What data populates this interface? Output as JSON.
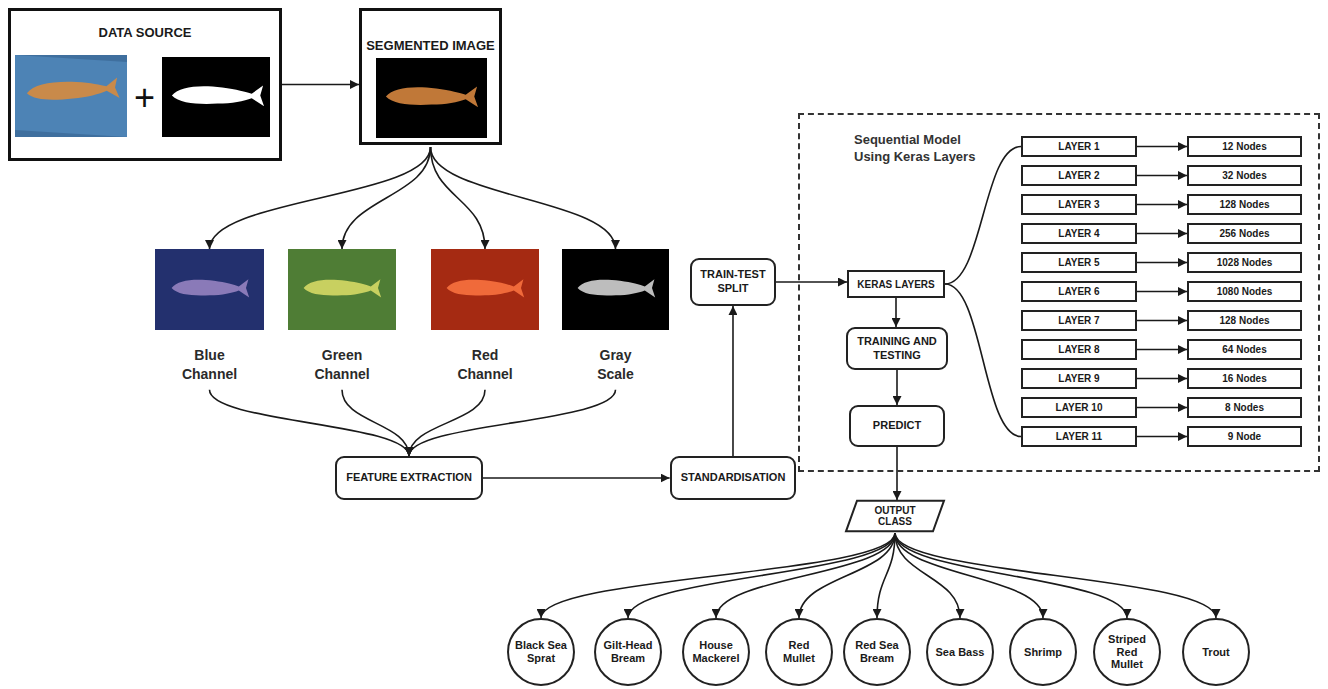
{
  "diagram": {
    "nodes": [
      {
        "text": [
          "DATA SOURCE"
        ]
      },
      {
        "text": [
          "SEGMENTED IMAGE"
        ]
      },
      {
        "text": [
          "Blue Channel"
        ]
      },
      {
        "text": [
          "Green Channel"
        ]
      },
      {
        "text": [
          "Red Channel"
        ]
      },
      {
        "text": [
          "Gray Scale"
        ]
      },
      {
        "text": [
          "FEATURE EXTRACTION"
        ]
      },
      {
        "text": [
          "STANDARDISATION"
        ]
      },
      {
        "text": [
          "TRAIN-TEST SPLIT"
        ]
      },
      {
        "text": [
          "Sequential Model Using Keras Layers"
        ]
      },
      {
        "text": [
          "KERAS LAYERS"
        ],
        "in": 9
      },
      {
        "text": [
          "TRAINING AND TESTING"
        ],
        "in": 9
      },
      {
        "text": [
          "PREDICT"
        ],
        "in": 9
      },
      {
        "text": [
          "LAYER 1"
        ],
        "in": 9
      },
      {
        "text": [
          "12 Nodes"
        ],
        "in": 9
      },
      {
        "text": [
          "LAYER 2"
        ],
        "in": 9
      },
      {
        "text": [
          "32 Nodes"
        ],
        "in": 9
      },
      {
        "text": [
          "LAYER 3"
        ],
        "in": 9
      },
      {
        "text": [
          "128 Nodes"
        ],
        "in": 9
      },
      {
        "text": [
          "LAYER 4"
        ],
        "in": 9
      },
      {
        "text": [
          "256 Nodes"
        ],
        "in": 9
      },
      {
        "text": [
          "LAYER 5"
        ],
        "in": 9
      },
      {
        "text": [
          "1028 Nodes"
        ],
        "in": 9
      },
      {
        "text": [
          "LAYER 6"
        ],
        "in": 9
      },
      {
        "text": [
          "1080 Nodes"
        ],
        "in": 9
      },
      {
        "text": [
          "LAYER 7"
        ],
        "in": 9
      },
      {
        "text": [
          "128 Nodes"
        ],
        "in": 9
      },
      {
        "text": [
          "LAYER 8"
        ],
        "in": 9
      },
      {
        "text": [
          "64 Nodes"
        ],
        "in": 9
      },
      {
        "text": [
          "LAYER 9"
        ],
        "in": 9
      },
      {
        "text": [
          "16 Nodes"
        ],
        "in": 9
      },
      {
        "text": [
          "LAYER 10"
        ],
        "in": 9
      },
      {
        "text": [
          "8 Nodes"
        ],
        "in": 9
      },
      {
        "text": [
          "LAYER 11"
        ],
        "in": 9
      },
      {
        "text": [
          "9 Node"
        ],
        "in": 9
      },
      {
        "text": [
          "OUTPUT CLASS"
        ]
      },
      {
        "text": [
          "Black Sea Sprat"
        ]
      },
      {
        "text": [
          "Gilt-Head Bream"
        ]
      },
      {
        "text": [
          "House Mackerel"
        ]
      },
      {
        "text": [
          "Red Mullet"
        ]
      },
      {
        "text": [
          "Red Sea Bream"
        ]
      },
      {
        "text": [
          "Sea Bass"
        ]
      },
      {
        "text": [
          "Shrimp"
        ]
      },
      {
        "text": [
          "Striped Red Mullet"
        ]
      },
      {
        "text": [
          "Trout"
        ]
      }
    ],
    "edges": [
      {
        "from": 0,
        "to": 1,
        "arrow": "to"
      },
      {
        "from": 1,
        "to": 2,
        "arrow": "to"
      },
      {
        "from": 1,
        "to": 3,
        "arrow": "to"
      },
      {
        "from": 1,
        "to": 4,
        "arrow": "to"
      },
      {
        "from": 1,
        "to": 5,
        "arrow": "to"
      },
      {
        "from": 2,
        "to": 6,
        "arrow": "to"
      },
      {
        "from": 3,
        "to": 6,
        "arrow": "to"
      },
      {
        "from": 4,
        "to": 6,
        "arrow": "to"
      },
      {
        "from": 5,
        "to": 6,
        "arrow": "to"
      },
      {
        "from": 6,
        "to": 7,
        "arrow": "to"
      },
      {
        "from": 7,
        "to": 8,
        "arrow": "to"
      },
      {
        "from": 8,
        "to": 10,
        "arrow": "to"
      },
      {
        "from": 10,
        "to": 11,
        "arrow": "to"
      },
      {
        "from": 11,
        "to": 12,
        "arrow": "to"
      },
      {
        "from": 12,
        "to": 35,
        "arrow": "to"
      },
      {
        "from": 10,
        "to": 13,
        "arrow": "none"
      },
      {
        "from": 10,
        "to": 33,
        "arrow": "none"
      },
      {
        "from": 13,
        "to": 14,
        "arrow": "to"
      },
      {
        "from": 15,
        "to": 16,
        "arrow": "to"
      },
      {
        "from": 17,
        "to": 18,
        "arrow": "to"
      },
      {
        "from": 19,
        "to": 20,
        "arrow": "to"
      },
      {
        "from": 21,
        "to": 22,
        "arrow": "to"
      },
      {
        "from": 23,
        "to": 24,
        "arrow": "to"
      },
      {
        "from": 25,
        "to": 26,
        "arrow": "to"
      },
      {
        "from": 27,
        "to": 28,
        "arrow": "to"
      },
      {
        "from": 29,
        "to": 30,
        "arrow": "to"
      },
      {
        "from": 31,
        "to": 32,
        "arrow": "to"
      },
      {
        "from": 33,
        "to": 34,
        "arrow": "to"
      },
      {
        "from": 35,
        "to": 36,
        "arrow": "to"
      },
      {
        "from": 35,
        "to": 37,
        "arrow": "to"
      },
      {
        "from": 35,
        "to": 38,
        "arrow": "to"
      },
      {
        "from": 35,
        "to": 39,
        "arrow": "to"
      },
      {
        "from": 35,
        "to": 40,
        "arrow": "to"
      },
      {
        "from": 35,
        "to": 41,
        "arrow": "to"
      },
      {
        "from": 35,
        "to": 42,
        "arrow": "to"
      },
      {
        "from": 35,
        "to": 43,
        "arrow": "to"
      },
      {
        "from": 35,
        "to": 44,
        "arrow": "to"
      }
    ],
    "labels": [
      "+"
    ]
  }
}
